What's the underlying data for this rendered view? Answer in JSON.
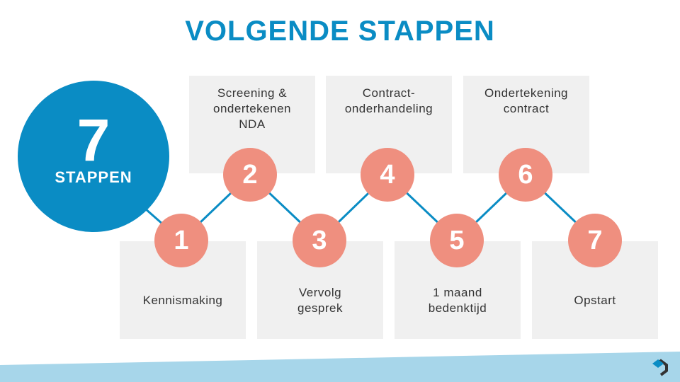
{
  "title": "VOLGENDE STAPPEN",
  "badge": {
    "number": "7",
    "label": "STAPPEN"
  },
  "steps": [
    {
      "n": "1",
      "label": "Kennismaking"
    },
    {
      "n": "2",
      "label": "Screening &\nondertekenen\nNDA"
    },
    {
      "n": "3",
      "label": "Vervolg\ngesprek"
    },
    {
      "n": "4",
      "label": "Contract-\nonderhandeling"
    },
    {
      "n": "5",
      "label": "1 maand\nbedenktijd"
    },
    {
      "n": "6",
      "label": "Ondertekening\ncontract"
    },
    {
      "n": "7",
      "label": "Opstart"
    }
  ],
  "colors": {
    "accent": "#0a8cc4",
    "step": "#ef8f7f",
    "box": "#f0f0f0",
    "band": "#a7d6ea"
  }
}
